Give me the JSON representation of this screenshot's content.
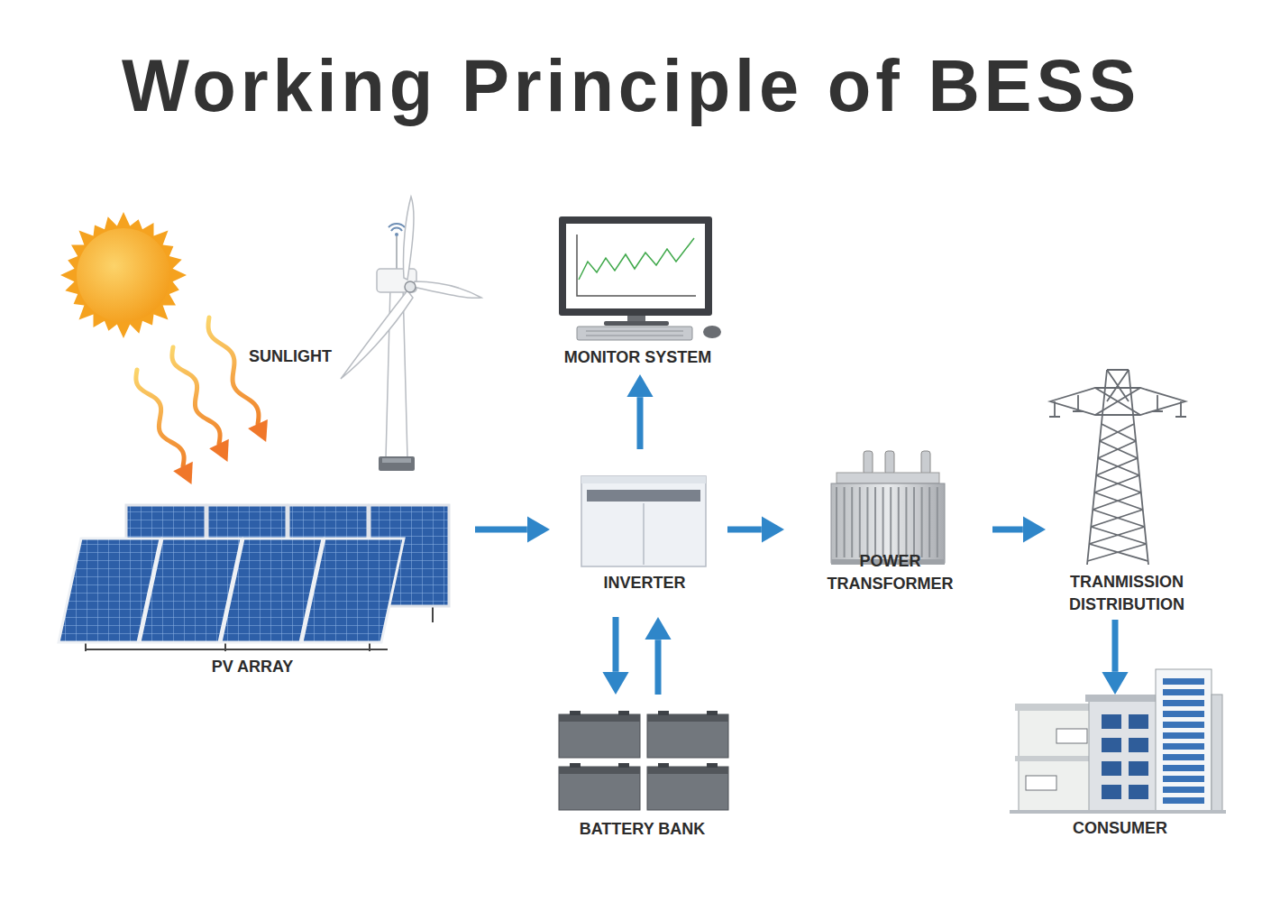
{
  "diagram": {
    "title": "Working Principle of BESS",
    "nodes": [
      {
        "text": [
          "MONITOR SYSTEM"
        ]
      },
      {
        "text": [
          "PV ARRAY"
        ]
      },
      {
        "text": [
          "INVERTER"
        ]
      },
      {
        "text": [
          "POWER TRANSFORMER"
        ]
      },
      {
        "text": [
          "TRANMISSION DISTRIBUTION"
        ]
      },
      {
        "text": [
          "BATTERY BANK"
        ]
      },
      {
        "text": [
          "CONSUMER"
        ]
      }
    ],
    "edges": [
      {
        "from": 1,
        "to": 2,
        "arrow": "to"
      },
      {
        "from": 2,
        "to": 0,
        "arrow": "to"
      },
      {
        "from": 2,
        "to": 3,
        "arrow": "to"
      },
      {
        "from": 3,
        "to": 4,
        "arrow": "to"
      },
      {
        "from": 4,
        "to": 6,
        "arrow": "to"
      },
      {
        "from": 2,
        "to": 5,
        "arrow": "to"
      },
      {
        "from": 5,
        "to": 2,
        "arrow": "to"
      }
    ],
    "labels": [
      "SUNLIGHT"
    ]
  }
}
